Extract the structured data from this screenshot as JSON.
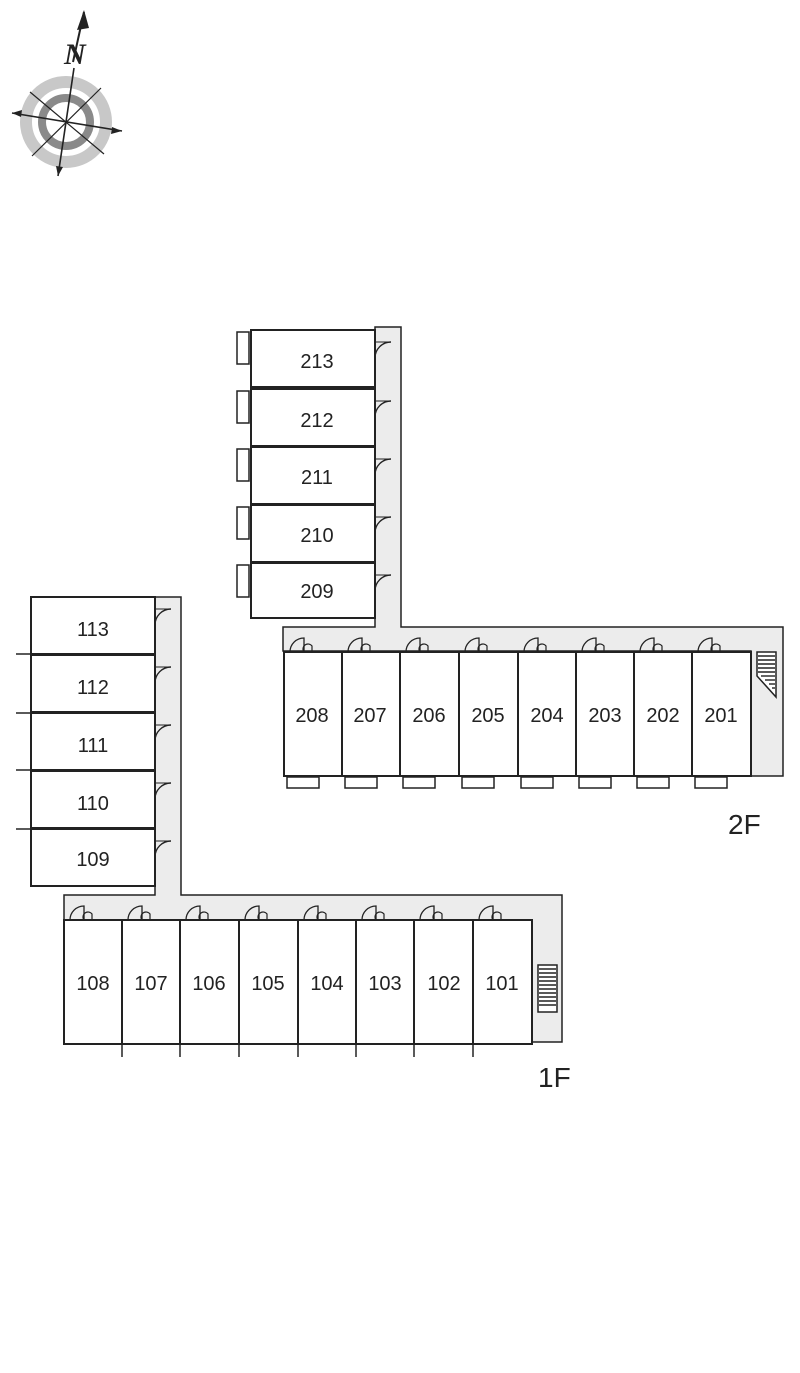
{
  "compass": {
    "label": "N",
    "icon": "compass-rose-icon"
  },
  "floors": [
    {
      "id": "2F",
      "label": "2F",
      "north_wing": [
        "213",
        "212",
        "211",
        "210",
        "209"
      ],
      "east_row": [
        "208",
        "207",
        "206",
        "205",
        "204",
        "203",
        "202",
        "201"
      ]
    },
    {
      "id": "1F",
      "label": "1F",
      "north_wing": [
        "113",
        "112",
        "111",
        "110",
        "109"
      ],
      "east_row": [
        "108",
        "107",
        "106",
        "105",
        "104",
        "103",
        "102",
        "101"
      ]
    }
  ],
  "colors": {
    "corridor": "#ececec",
    "line": "#222222",
    "compass_ring_light": "#c8c8c8",
    "compass_ring_dark": "#8a8a8a"
  }
}
